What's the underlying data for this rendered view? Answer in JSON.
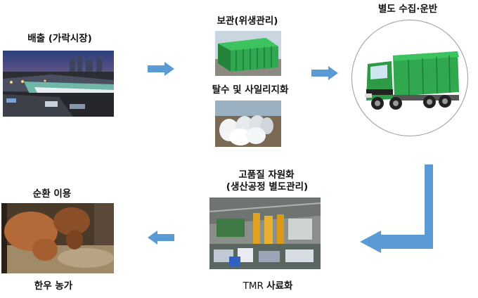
{
  "steps": {
    "discharge": {
      "label": "배출 (가락시장)",
      "icon": "market-photo"
    },
    "storage": {
      "label": "보관(위생관리)",
      "icon": "container-photo"
    },
    "dewatering": {
      "label": "탈수 및 사일리지화",
      "icon": "bale-photo"
    },
    "transport": {
      "label": "별도 수집·운반",
      "icon": "truck-photo"
    },
    "recycling": {
      "line1": "고품질 자원화",
      "line2": "(생산공정 별도관리)",
      "icon": "factory-photo"
    },
    "tmr": {
      "prefix": "TMR",
      "suffix": "사료화"
    },
    "circulation": {
      "label": "순환 이용",
      "icon": "cattle-photo"
    },
    "farm": {
      "label": "한우 농가"
    }
  },
  "colors": {
    "arrow": "#5b9bd5",
    "container_green": "#2fa84f",
    "circle_border": "#9a9a9a"
  }
}
